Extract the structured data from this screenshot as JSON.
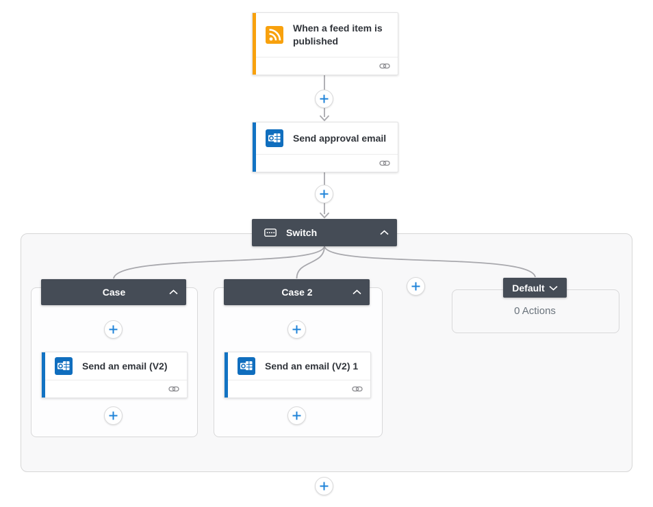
{
  "flow": {
    "trigger": {
      "title": "When a feed item is published",
      "icon": "rss-icon"
    },
    "approval_action": {
      "title": "Send approval email",
      "icon": "outlook-icon"
    },
    "switch_scope": {
      "label": "Switch",
      "icon": "control-switch-icon",
      "state": "expanded"
    },
    "cases": [
      {
        "label": "Case",
        "action_title": "Send an email (V2)",
        "state": "expanded"
      },
      {
        "label": "Case 2",
        "action_title": "Send an email (V2) 1",
        "state": "expanded"
      }
    ],
    "default_case": {
      "label": "Default",
      "empty_text": "0 Actions",
      "state": "collapsed"
    }
  },
  "colors": {
    "scope_header": "#454c56",
    "trigger_accent": "#f8a10d",
    "action_accent": "#1273c3",
    "outlook_blue": "#106ebe",
    "plus_blue": "#1f83d8",
    "connector_gray": "#a8a8ad",
    "container_bg": "#f8f8f9",
    "empty_text_color": "#6a737c"
  }
}
